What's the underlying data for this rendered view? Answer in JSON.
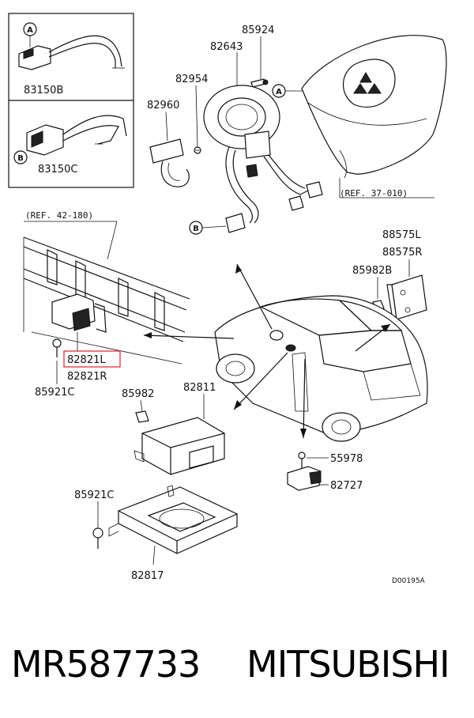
{
  "callouts": {
    "a": "A",
    "b": "B"
  },
  "inset": {
    "top_part": "83150B",
    "bottom_part": "83150C"
  },
  "parts": {
    "p85924": "85924",
    "p82643": "82643",
    "p82954": "82954",
    "p82960": "82960",
    "p88575l": "88575L",
    "p88575r": "88575R",
    "p85982b": "85982B",
    "p82821l": "82821L",
    "p82821r": "82821R",
    "p85921c_left": "85921C",
    "p85982": "85982",
    "p82811": "82811",
    "p55978": "55978",
    "p82727": "82727",
    "p85921c_bottom": "85921C",
    "p82817": "82817"
  },
  "refs": {
    "ref37": "(REF. 37-010)",
    "ref42": "(REF. 42-180)"
  },
  "diagram_code": "D00195A",
  "highlight_color": "#e0303a",
  "footer": {
    "part_number": "MR587733",
    "brand": "MITSUBISHI"
  }
}
